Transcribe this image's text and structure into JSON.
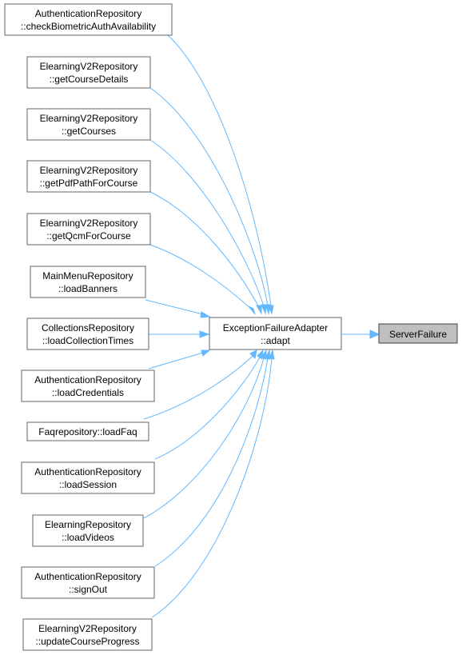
{
  "nodes": {
    "n1": {
      "line1": "AuthenticationRepository",
      "line2": "::checkBiometricAuthAvailability"
    },
    "n2": {
      "line1": "ElearningV2Repository",
      "line2": "::getCourseDetails"
    },
    "n3": {
      "line1": "ElearningV2Repository",
      "line2": "::getCourses"
    },
    "n4": {
      "line1": "ElearningV2Repository",
      "line2": "::getPdfPathForCourse"
    },
    "n5": {
      "line1": "ElearningV2Repository",
      "line2": "::getQcmForCourse"
    },
    "n6": {
      "line1": "MainMenuRepository",
      "line2": "::loadBanners"
    },
    "n7": {
      "line1": "CollectionsRepository",
      "line2": "::loadCollectionTimes"
    },
    "n8": {
      "line1": "AuthenticationRepository",
      "line2": "::loadCredentials"
    },
    "n9": {
      "line1": "Faqrepository::loadFaq"
    },
    "n10": {
      "line1": "AuthenticationRepository",
      "line2": "::loadSession"
    },
    "n11": {
      "line1": "ElearningRepository",
      "line2": "::loadVideos"
    },
    "n12": {
      "line1": "AuthenticationRepository",
      "line2": "::signOut"
    },
    "n13": {
      "line1": "ElearningV2Repository",
      "line2": "::updateCourseProgress"
    },
    "center": {
      "line1": "ExceptionFailureAdapter",
      "line2": "::adapt"
    },
    "target": {
      "line1": "ServerFailure"
    }
  },
  "colors": {
    "edge": "#63b8ff",
    "node_border": "#666666",
    "target_fill": "#bfbfbf",
    "target_border": "#404040"
  }
}
